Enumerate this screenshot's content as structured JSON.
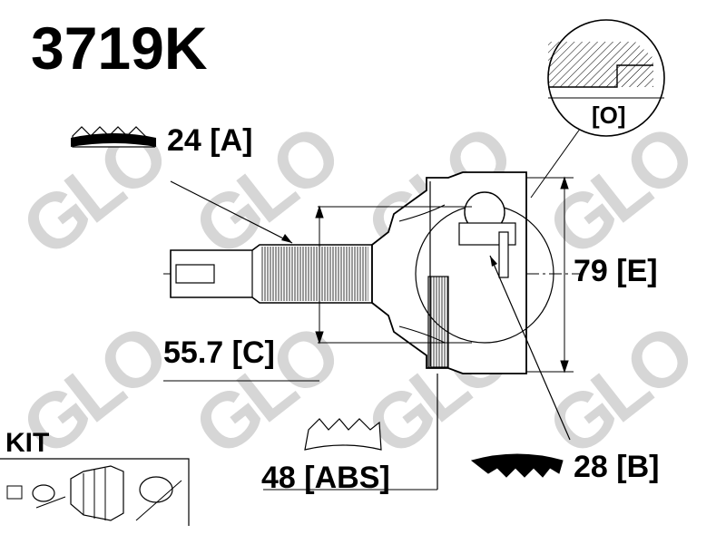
{
  "part_number": "3719K",
  "watermark": "GLO",
  "labels": {
    "spline_a": "24 [A]",
    "spline_c": "55.7 [C]",
    "diameter_e": "79 [E]",
    "abs_ring": "48 [ABS]",
    "spline_b": "28 [B]",
    "detail_o": "[O]",
    "kit": "KIT"
  },
  "colors": {
    "ink": "#000000",
    "watermark": "#d6d6d6"
  }
}
